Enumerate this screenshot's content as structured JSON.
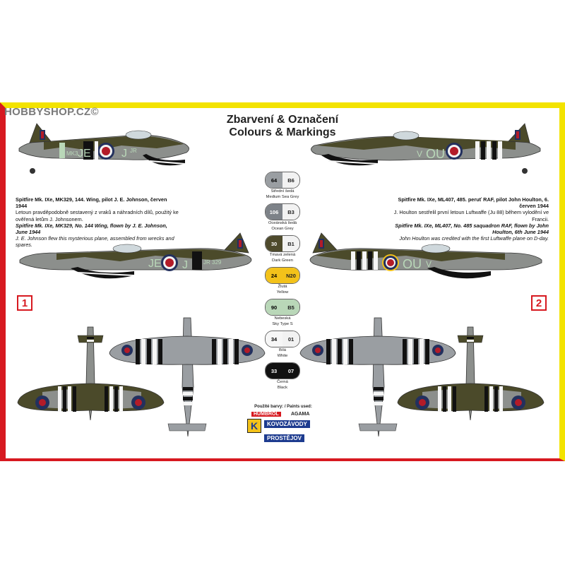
{
  "watermark": "HOBBYSHOP.CZ©",
  "title": {
    "line1": "Zbarvení & Označení",
    "line2": "Colours & Markings"
  },
  "left_description": {
    "heading_cz": "Spitfire Mk. IXe, MK329, 144. Wing, pilot J. E. Johnson, červen 1944",
    "body_cz": "Letoun pravděpodobně sestavený z vraků a náhradních dílů, použitý ke ověřená letům J. Johnsonem.",
    "heading_en": "Spitfire Mk. IXe, MK329, No. 144 Wing, flown by J. E. Johnson, June 1944",
    "body_en": "J. E. Johnson flew this mysterious plane, assembled from wrecks and spares."
  },
  "right_description": {
    "heading_cz": "Spitfire Mk. IXe, ML407, 485. peruť RAF, pilot John Houlton, 6. červen 1944",
    "body_cz": "J. Houlton sestřelil první letoun Luftwaffe (Ju 88) během vylodění ve Francii.",
    "heading_en": "Spitfire Mk. IXe, ML407, No. 485 saquadron RAF, flown by John Houlton, 6th June 1944",
    "body_en": "John Houlton was credited with the first Luftwaffe plane on D-day."
  },
  "swatches": [
    {
      "humbrol": "64",
      "code": "B6",
      "cz": "Střední šedá",
      "en": "Medium Sea Grey",
      "color": "#9a9ea2"
    },
    {
      "humbrol": "106",
      "code": "B3",
      "cz": "Oceánská šedá",
      "en": "Ocean Grey",
      "color": "#7d8288"
    },
    {
      "humbrol": "30",
      "code": "B1",
      "cz": "Tmavá zelená",
      "en": "Dark Green",
      "color": "#4e4a2c"
    },
    {
      "humbrol": "24",
      "code": "N20",
      "cz": "Žlutá",
      "en": "Yellow",
      "color": "#f3c21a"
    },
    {
      "humbrol": "90",
      "code": "B5",
      "cz": "Nebeská",
      "en": "Sky Type S",
      "color": "#b9d7b8"
    },
    {
      "humbrol": "34",
      "code": "01",
      "cz": "Bílá",
      "en": "White",
      "color": "#f6f6f6"
    },
    {
      "humbrol": "33",
      "code": "07",
      "cz": "Černá",
      "en": "Black",
      "color": "#111111"
    }
  ],
  "profile_numbers": [
    "1",
    "2"
  ],
  "paints_used": "Použité barvy: / Paints used:",
  "brands": {
    "humbrol": "HUMBROL",
    "agama": "AGAMA",
    "kovozavody": "KOVOZÁVODY",
    "prostejov": "PROSTĚJOV"
  },
  "codes": {
    "left_top": "JE",
    "left_j": "J",
    "left_jr": "JR",
    "left_mk": "MK3",
    "left_329": "329",
    "right_ou": "OU",
    "right_v": "V"
  },
  "colors": {
    "green": "#4b4a2a",
    "grey": "#8c8f8c",
    "sky": "#b9d7b8",
    "roundel_red": "#b31b28",
    "roundel_blue": "#23305e",
    "yellow": "#f3c21a"
  }
}
